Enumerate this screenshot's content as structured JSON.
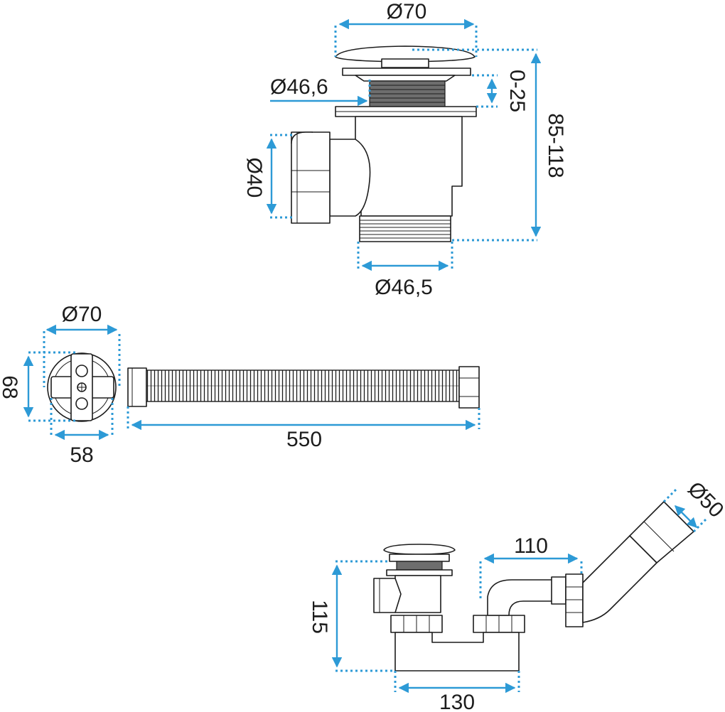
{
  "colors": {
    "dimension": "#2d9ad6",
    "outline": "#1c1c1c",
    "thread": "#6e6e6e"
  },
  "views": {
    "top": {
      "cap_diameter": "Ø70",
      "stem_diameter": "Ø46,6",
      "height_adjust": "0-25",
      "total_height": "85-118",
      "outlet_diameter": "Ø40",
      "thread_diameter": "Ø46,5"
    },
    "plan": {
      "body_diameter": "Ø70",
      "side_height": "68",
      "bottom_width": "58",
      "hose_length": "550"
    },
    "side": {
      "pipe_diameter": "Ø50",
      "offset": "110",
      "height": "115",
      "base_width": "130"
    }
  }
}
